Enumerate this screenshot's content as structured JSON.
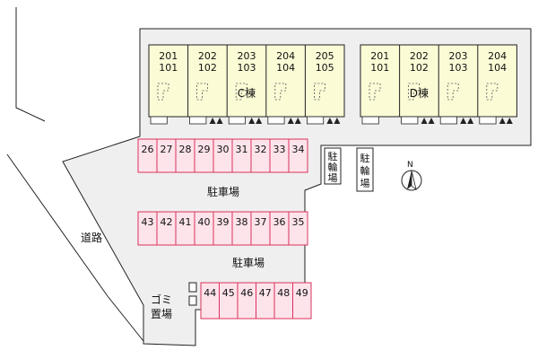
{
  "colors": {
    "lot": "#efefef",
    "building": "#fbfbd6",
    "parking_fill": "#fde3ea",
    "parking_stroke": "#d9335c",
    "outline": "#222222"
  },
  "buildings": [
    {
      "label": "C棟",
      "units": [
        {
          "upper": "201",
          "lower": "101"
        },
        {
          "upper": "202",
          "lower": "102"
        },
        {
          "upper": "203",
          "lower": "103"
        },
        {
          "upper": "204",
          "lower": "104"
        },
        {
          "upper": "205",
          "lower": "105"
        }
      ]
    },
    {
      "label": "D棟",
      "units": [
        {
          "upper": "201",
          "lower": "101"
        },
        {
          "upper": "202",
          "lower": "102"
        },
        {
          "upper": "203",
          "lower": "103"
        },
        {
          "upper": "204",
          "lower": "104"
        }
      ]
    }
  ],
  "parking_rows": [
    {
      "spaces": [
        "26",
        "27",
        "28",
        "29",
        "30",
        "31",
        "32",
        "33",
        "34"
      ]
    },
    {
      "spaces": [
        "43",
        "42",
        "41",
        "40",
        "39",
        "38",
        "37",
        "36",
        "35"
      ]
    },
    {
      "spaces": [
        "44",
        "45",
        "46",
        "47",
        "48",
        "49"
      ]
    }
  ],
  "labels": {
    "parking_upper": "駐車場",
    "parking_lower": "駐車場",
    "bike_parking_1": "駐輪場",
    "bike_parking_2": "駐輪場",
    "road": "道路",
    "garbage_line1": "ゴミ",
    "garbage_line2": "置場",
    "north": "N"
  }
}
